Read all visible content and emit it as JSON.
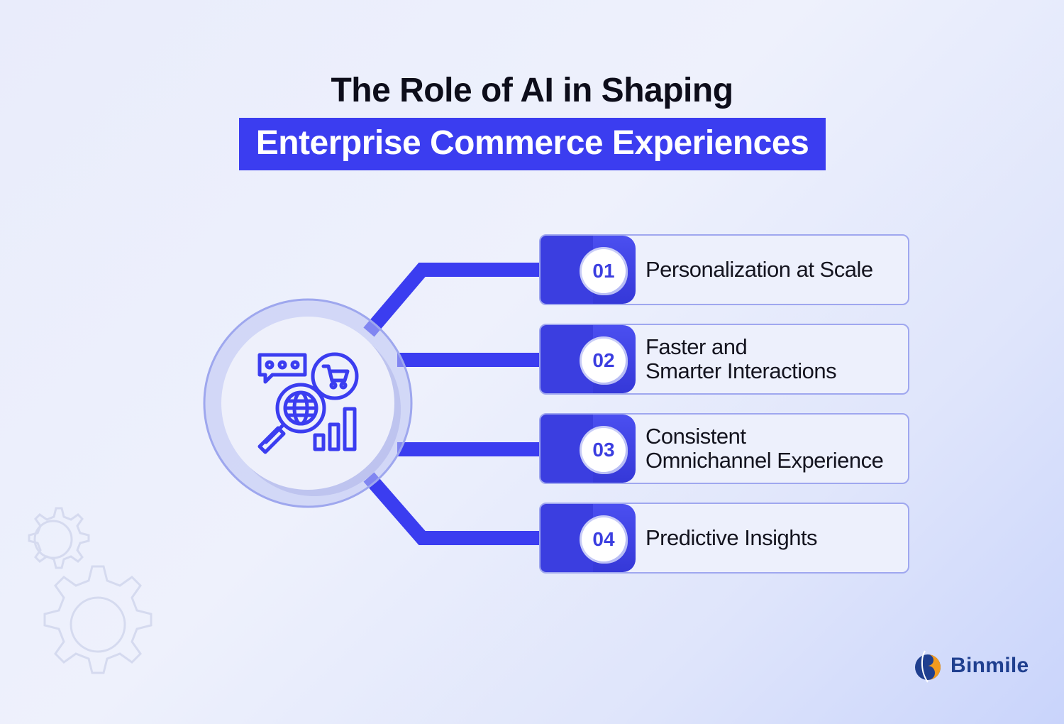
{
  "title": {
    "line1": "The Role of AI in Shaping",
    "line2": "Enterprise Commerce Experiences"
  },
  "items": [
    {
      "number": "01",
      "label": "Personalization at Scale"
    },
    {
      "number": "02",
      "label": "Faster and\nSmarter Interactions"
    },
    {
      "number": "03",
      "label": "Consistent\nOmnichannel Experience"
    },
    {
      "number": "04",
      "label": "Predictive Insights"
    }
  ],
  "brand": {
    "name": "Binmile"
  },
  "icons": {
    "hub": "ai-commerce-icon",
    "decor": "gear-icon"
  },
  "colors": {
    "accent": "#3b3df0",
    "card_border": "#9fa7ef",
    "card_fill": "#edf0fc",
    "text": "#14141f",
    "brand_text": "#1f3f8f",
    "brand_orange": "#f39a1e"
  }
}
